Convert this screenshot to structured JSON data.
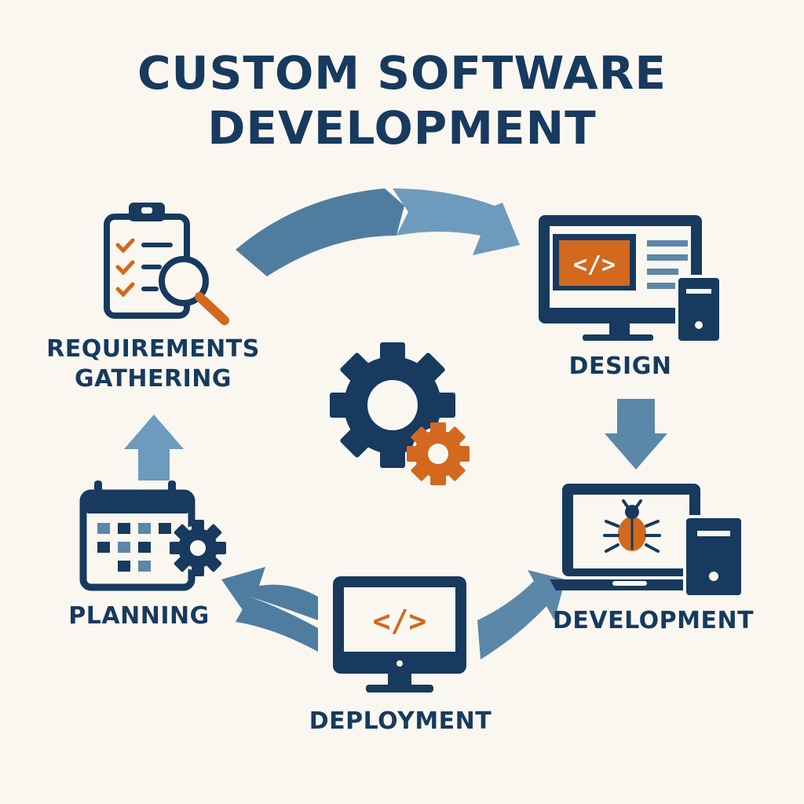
{
  "title": {
    "line1": "CUSTOM SOFTWARE",
    "line2": "DEVELOPMENT"
  },
  "stages": {
    "requirements": {
      "line1": "REQUIREMENTS",
      "line2": "GATHERING"
    },
    "design": {
      "label": "DESIGN"
    },
    "development": {
      "label": "DEVELOPMENT"
    },
    "deployment": {
      "label": "DEPLOYMENT"
    },
    "planning": {
      "label": "PLANNING"
    }
  },
  "icons": {
    "code_symbol": "</>",
    "requirements": "clipboard-magnifier-icon",
    "design": "monitor-code-icon",
    "development": "laptop-bug-icon",
    "deployment": "monitor-code-icon",
    "planning": "calendar-gear-icon",
    "center": "gears-icon"
  },
  "colors": {
    "navy": "#173a5e",
    "orange": "#d2691e",
    "arrow_blue": "#5b87a8",
    "arrow_light": "#6a96b8",
    "background": "#faf7f1"
  }
}
